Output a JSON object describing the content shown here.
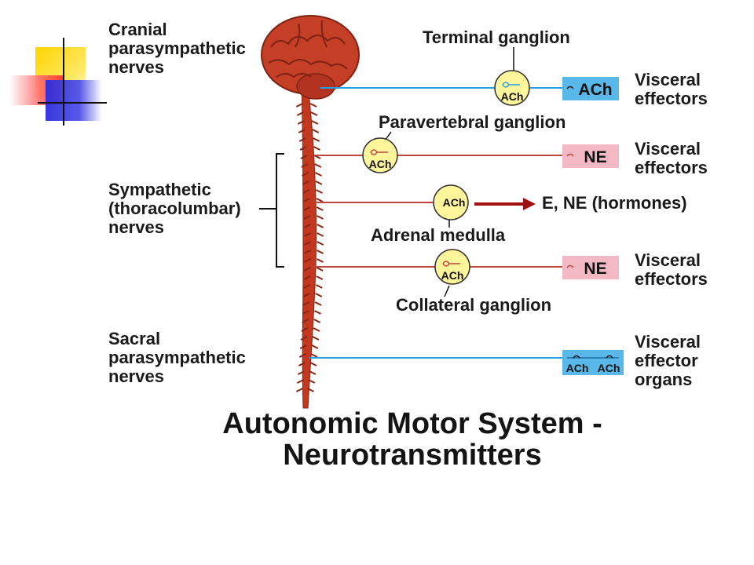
{
  "labels": {
    "cranial": "Cranial\nparasympathetic\nnerves",
    "sympathetic": "Sympathetic\n(thoracolumbar)\nnerves",
    "sacral": "Sacral\nparasympathetic\nnerves",
    "terminal_ganglion": "Terminal ganglion",
    "paravertebral_ganglion": "Paravertebral ganglion",
    "adrenal_medulla": "Adrenal medulla",
    "collateral_ganglion": "Collateral ganglion",
    "visceral_effectors_1": "Visceral\neffectors",
    "visceral_effectors_2": "Visceral\neffectors",
    "visceral_effectors_3": "Visceral\neffectors",
    "visceral_effector_organs": "Visceral\neffector\norgans",
    "hormones": "E, NE (hormones)"
  },
  "ganglia": {
    "g1": "ACh",
    "g2": "ACh",
    "g3": "ACh",
    "g4": "ACh"
  },
  "effector_boxes": {
    "b1": "ACh",
    "b2": "NE",
    "b3": "NE",
    "b4a": "ACh",
    "b4b": "ACh"
  },
  "title": "Autonomic Motor System -\nNeurotransmitters",
  "colors": {
    "parasympathetic_line": "#2a9fe0",
    "sympathetic_line": "#c0453e",
    "ganglion_fill": "#fff59a",
    "ach_box": "#5ab8e8",
    "ne_box": "#f2b9c5",
    "arrow": "#a01010",
    "brain": "#c53f26",
    "spine": "#c2391f"
  }
}
